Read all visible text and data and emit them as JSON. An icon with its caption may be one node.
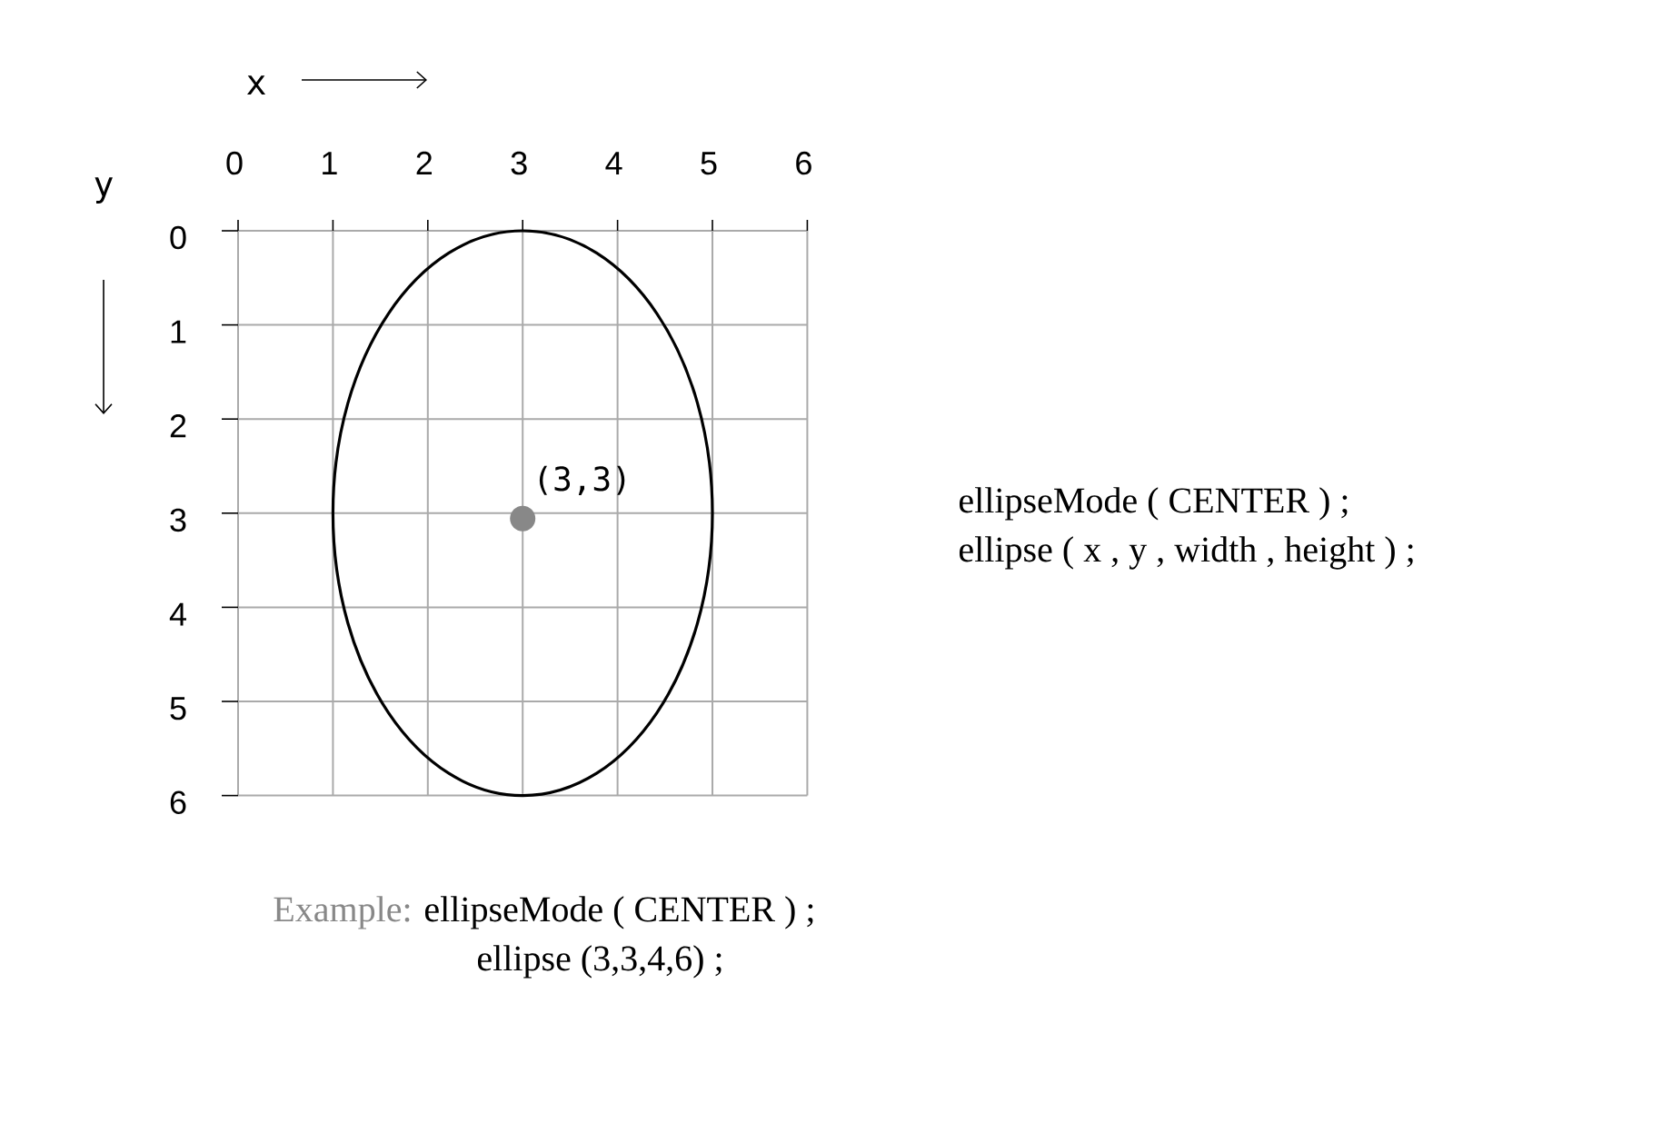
{
  "diagram": {
    "labels": [
      "x",
      "0",
      "1",
      "2",
      "3",
      "4",
      "5",
      "6",
      "y",
      "0",
      "1",
      "2",
      "3",
      "4",
      "5",
      "6",
      "(3,3)",
      "ellipseMode ( CENTER ) ;",
      "ellipse ( x , y , width , height ) ;",
      "Example:",
      "ellipseMode ( CENTER ) ;",
      "ellipse (3,3,4,6) ;"
    ]
  }
}
